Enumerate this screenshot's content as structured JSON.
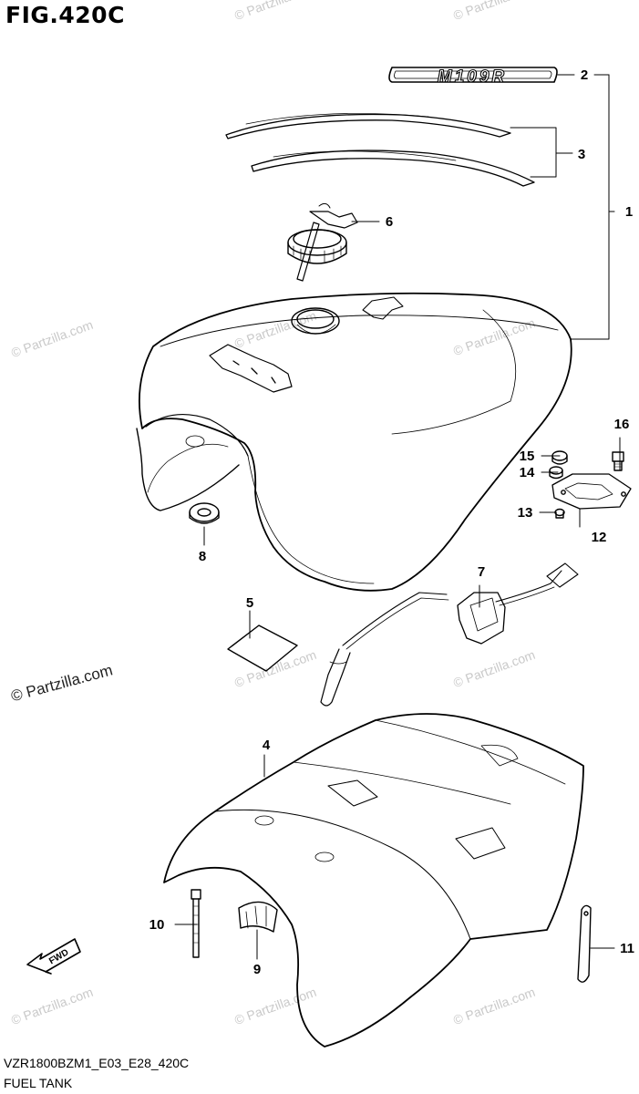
{
  "figure": {
    "title": "FIG.420C",
    "code": "VZR1800BZM1_E03_E28_420C",
    "caption": "FUEL TANK"
  },
  "emblem_text": "M109R",
  "fwd_text": "FWD",
  "watermark": {
    "main": "© Partzilla.com",
    "faint": "© Partzilla.com"
  },
  "callouts": [
    {
      "id": "1",
      "label": "1"
    },
    {
      "id": "2",
      "label": "2"
    },
    {
      "id": "3",
      "label": "3"
    },
    {
      "id": "4",
      "label": "4"
    },
    {
      "id": "5",
      "label": "5"
    },
    {
      "id": "6",
      "label": "6"
    },
    {
      "id": "7",
      "label": "7"
    },
    {
      "id": "8",
      "label": "8"
    },
    {
      "id": "9",
      "label": "9"
    },
    {
      "id": "10",
      "label": "10"
    },
    {
      "id": "11",
      "label": "11"
    },
    {
      "id": "12",
      "label": "12"
    },
    {
      "id": "13",
      "label": "13"
    },
    {
      "id": "14",
      "label": "14"
    },
    {
      "id": "15",
      "label": "15"
    },
    {
      "id": "16",
      "label": "16"
    }
  ]
}
